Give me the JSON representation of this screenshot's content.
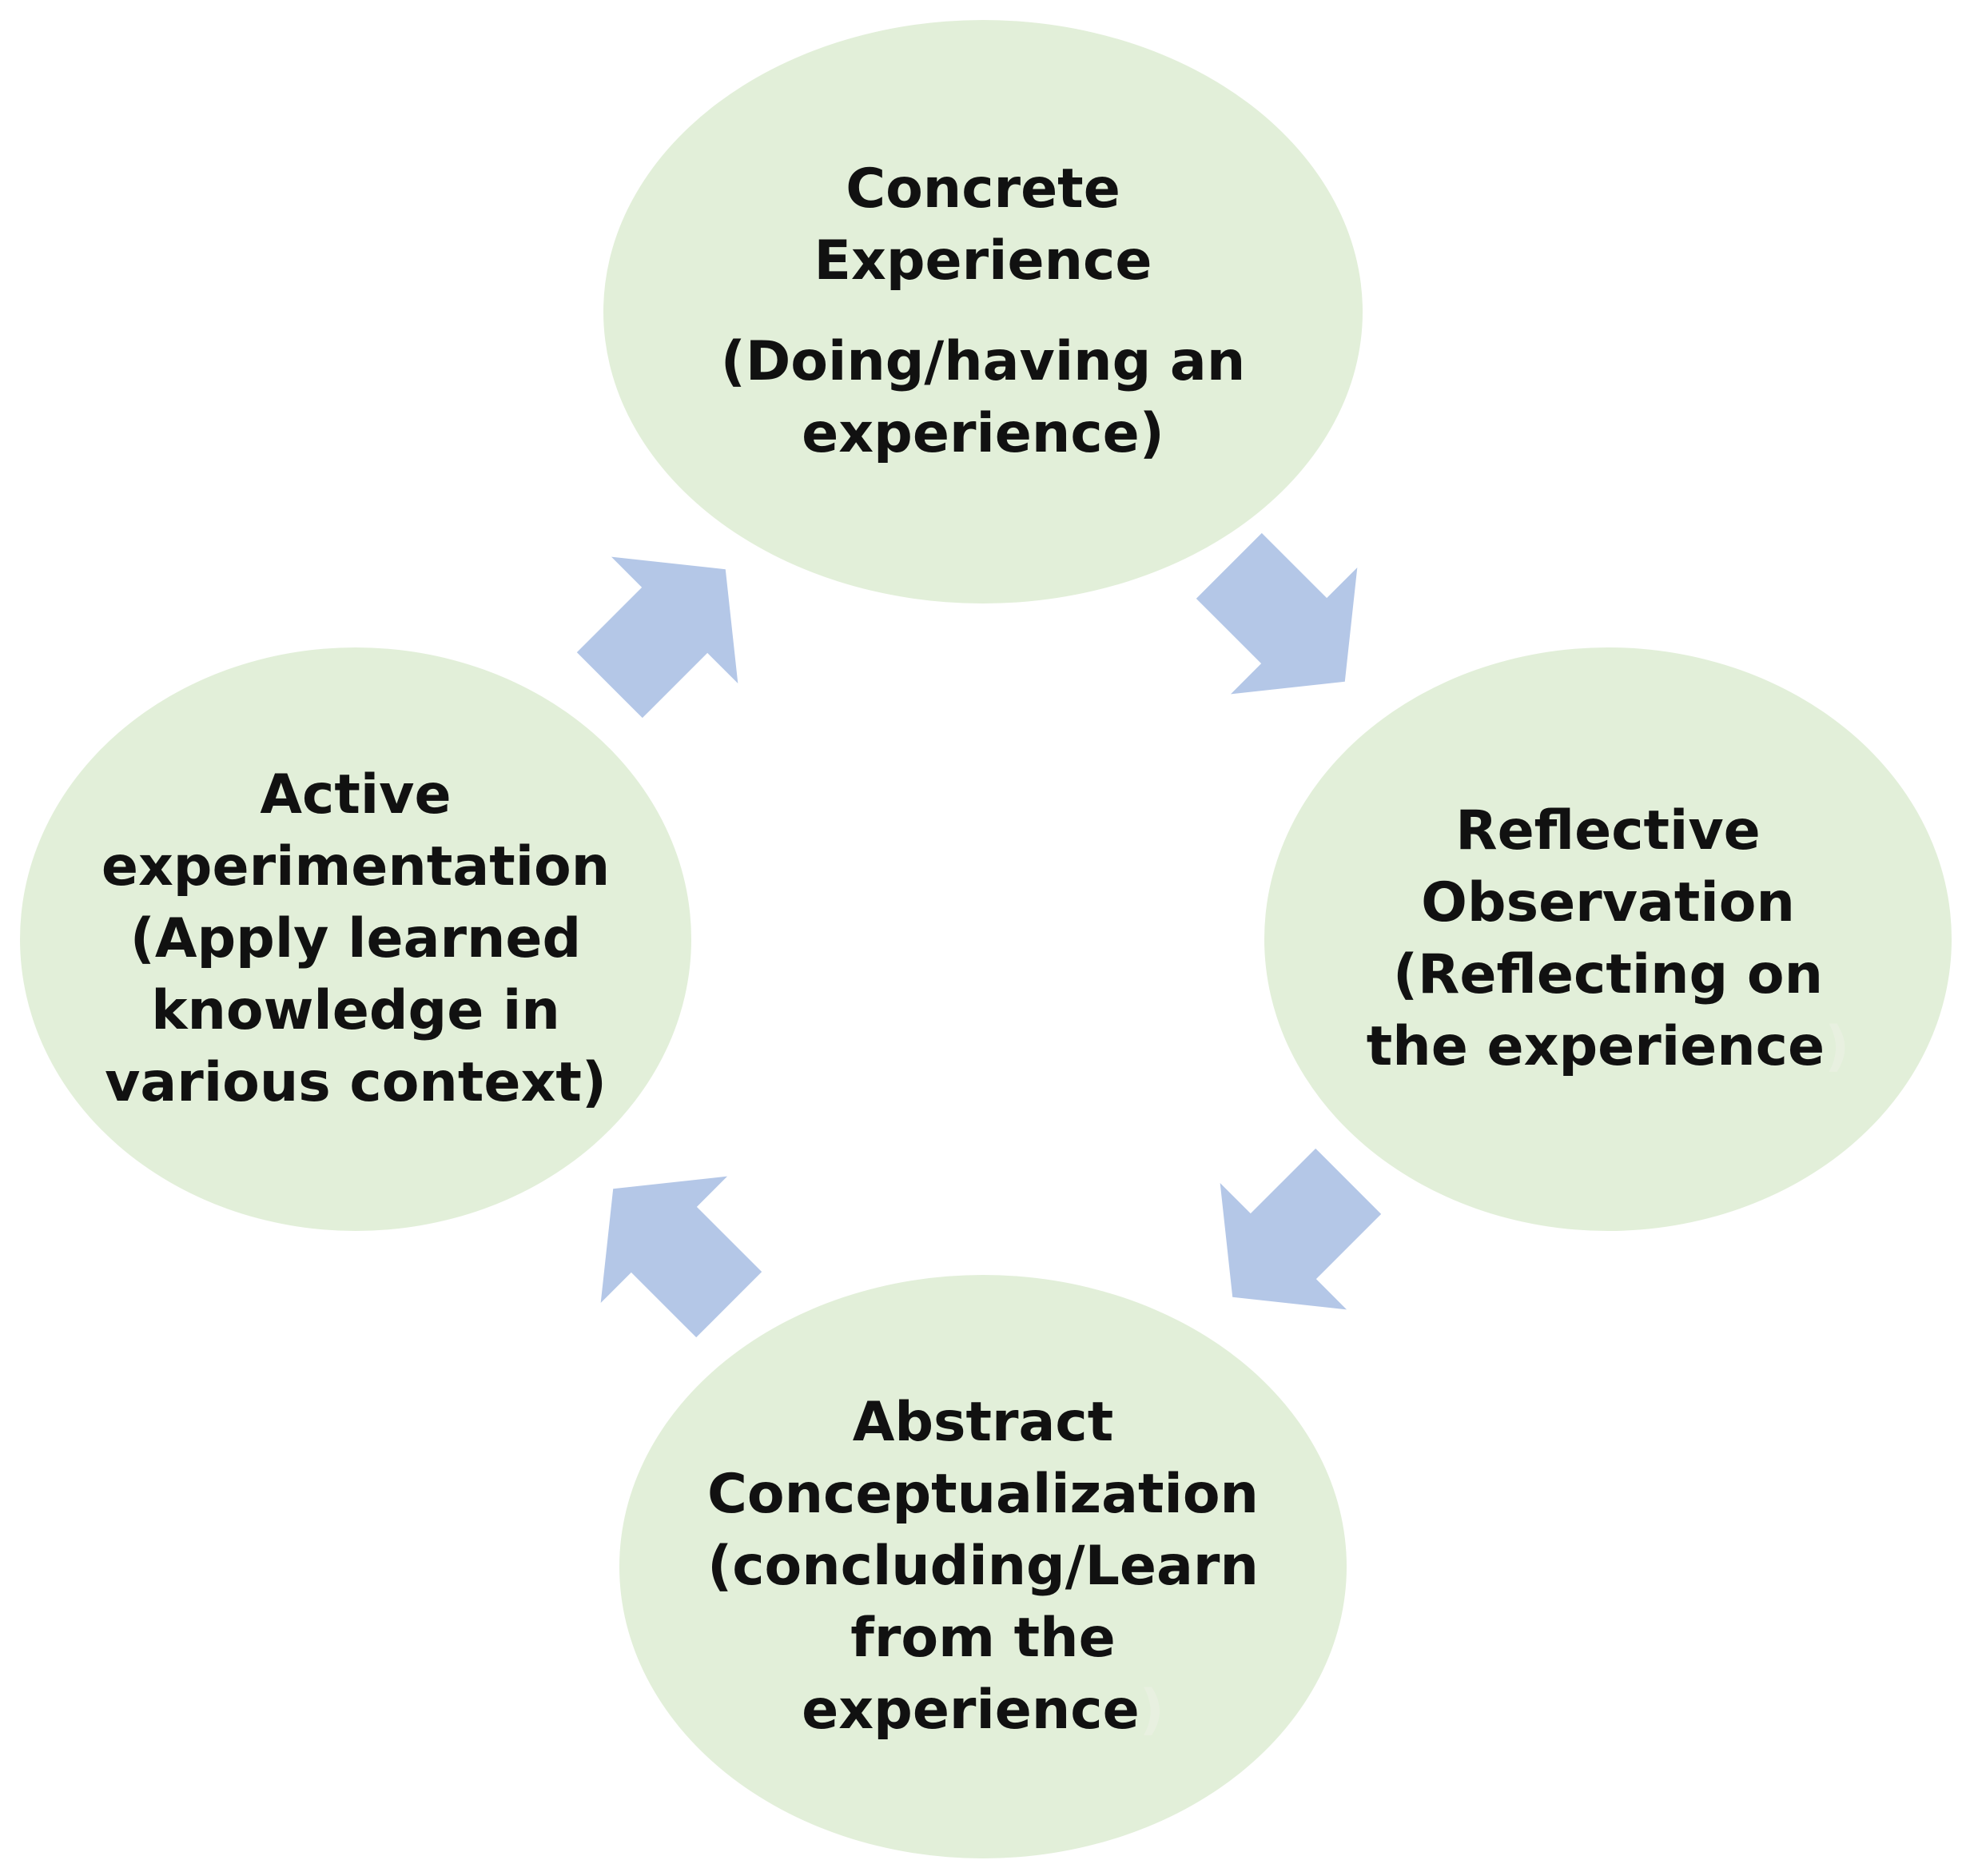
{
  "diagram": {
    "arrow_color": "#b4c7e7",
    "node_fill": "#e2efd9",
    "nodes": {
      "top": {
        "title_1": "Concrete",
        "title_2": "Experience",
        "desc_1": "(Doing/having an",
        "desc_2": "experience)"
      },
      "right": {
        "title_1": "Reflective",
        "title_2": "Observation",
        "desc_1": "(Reflecting on",
        "desc_2": "the experience",
        "desc_2_tail": ")"
      },
      "bottom": {
        "title_1": "Abstract",
        "title_2": "Conceptualization",
        "desc_1": "(concluding/Learn",
        "desc_2": "from the",
        "desc_3": "experience",
        "desc_3_tail": ")"
      },
      "left": {
        "title_1": "Active",
        "title_2": "experimentation",
        "desc_1": "(Apply  learned",
        "desc_2": "knowledge in",
        "desc_3": "various context)"
      }
    },
    "arrows": [
      {
        "name": "arrow-top-to-right",
        "direction": "down-right"
      },
      {
        "name": "arrow-right-to-bottom",
        "direction": "down-left"
      },
      {
        "name": "arrow-bottom-to-left",
        "direction": "up-left"
      },
      {
        "name": "arrow-left-to-top",
        "direction": "up-right"
      }
    ]
  }
}
